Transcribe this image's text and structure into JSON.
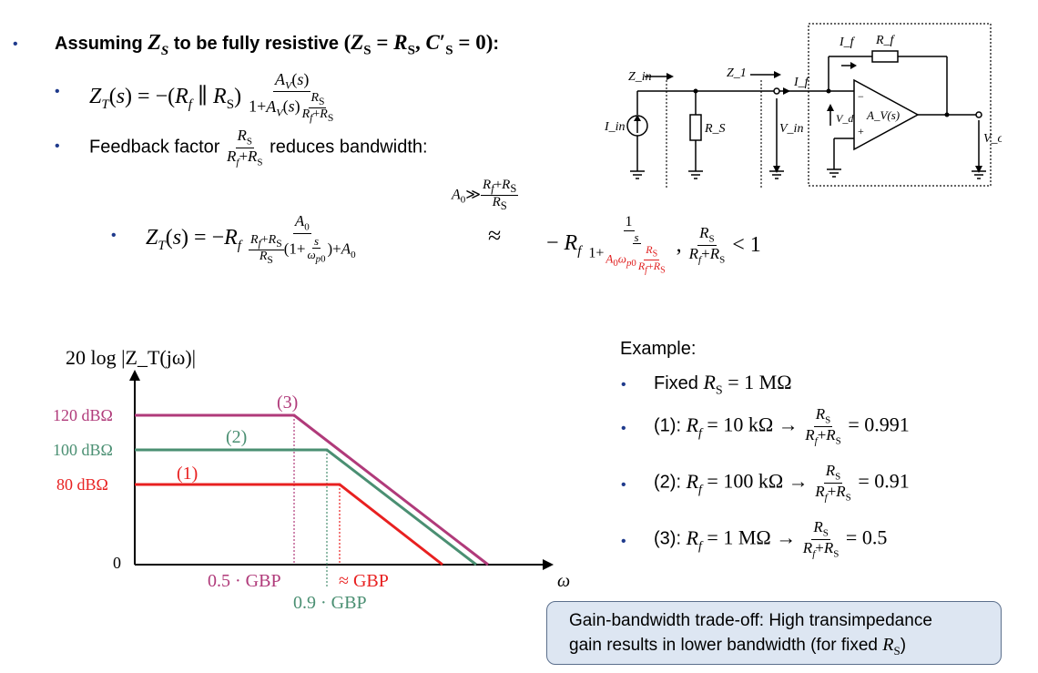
{
  "header": {
    "bullet_main": "Assuming Z_S to be fully resistive (Z_S = R_S, C′_S = 0):",
    "assume_text": "Assuming",
    "assume_tail": "to be fully resistive",
    "zs_eq": "(Z_S = R_S, C′_S = 0):"
  },
  "eq1": {
    "lhs": "Z_T(s) = −(R_f ∥ R_S)",
    "num": "A_V(s)",
    "den_pre": "1+A_V(s)",
    "den_num": "R_S",
    "den_den": "R_f+R_S"
  },
  "feedback": {
    "pre": "Feedback factor",
    "num": "R_S",
    "den": "R_f+R_S",
    "post": "reduces bandwidth:"
  },
  "eq2": {
    "lhs": "Z_T(s) = −R_f",
    "main_num": "A_0",
    "over_label": "A_0≫",
    "over_num": "R_f+R_S",
    "over_den": "R_S",
    "approx": "≈",
    "rhs": "− R_f",
    "rhs_num": "1",
    "rhs_den_pre": "1+",
    "rhs_den_num": "s",
    "rhs_den_den": "A_0 ω_p0 R_S/(R_f+R_S)",
    "cond_num": "R_S",
    "cond_den": "R_f+R_S",
    "cond_post": "< 1"
  },
  "circuit": {
    "labels": {
      "zin": "Z_in",
      "z1": "Z_1",
      "if1": "I_f",
      "if2": "I_f",
      "rf": "R_f",
      "iin": "I_in",
      "rs": "R_S",
      "vin": "V_in",
      "vd": "V_d",
      "av": "A_V(s)",
      "vout": "V_out"
    }
  },
  "plot": {
    "ylabel": "20 log |Z_T(jω)|",
    "yticks": [
      "120 dBΩ",
      "100 dBΩ",
      "80 dBΩ",
      "0"
    ],
    "xlabel": "ω",
    "xticks": [
      "0.5 · GBP",
      "≈ GBP",
      "0.9 · GBP"
    ],
    "curve_labels": [
      "(1)",
      "(2)",
      "(3)"
    ],
    "colors": {
      "c1": "#e82020",
      "c2": "#4a8f72",
      "c3": "#b03a7a"
    }
  },
  "chart_data": {
    "type": "line",
    "title": "",
    "xlabel": "ω",
    "ylabel": "20 log |Z_T(jω)|",
    "series": [
      {
        "name": "(1)",
        "levels_dB": 80,
        "corner": "≈ GBP"
      },
      {
        "name": "(2)",
        "levels_dB": 100,
        "corner": "0.9 · GBP"
      },
      {
        "name": "(3)",
        "levels_dB": 120,
        "corner": "0.5 · GBP"
      }
    ]
  },
  "example": {
    "title": "Example:",
    "fixed": "Fixed R_S = 1 MΩ",
    "items": [
      {
        "label": "(1): R_f = 10 kΩ →",
        "value": "= 0.991"
      },
      {
        "label": "(2): R_f = 100 kΩ →",
        "value": "= 0.91"
      },
      {
        "label": "(3): R_f = 1 MΩ →",
        "value": "= 0.5"
      }
    ],
    "frac_num": "R_S",
    "frac_den": "R_f+R_S"
  },
  "takeaway": {
    "line1": "Gain-bandwidth trade-off: High transimpedance",
    "line2": "gain results in lower bandwidth (for fixed R_S)"
  }
}
